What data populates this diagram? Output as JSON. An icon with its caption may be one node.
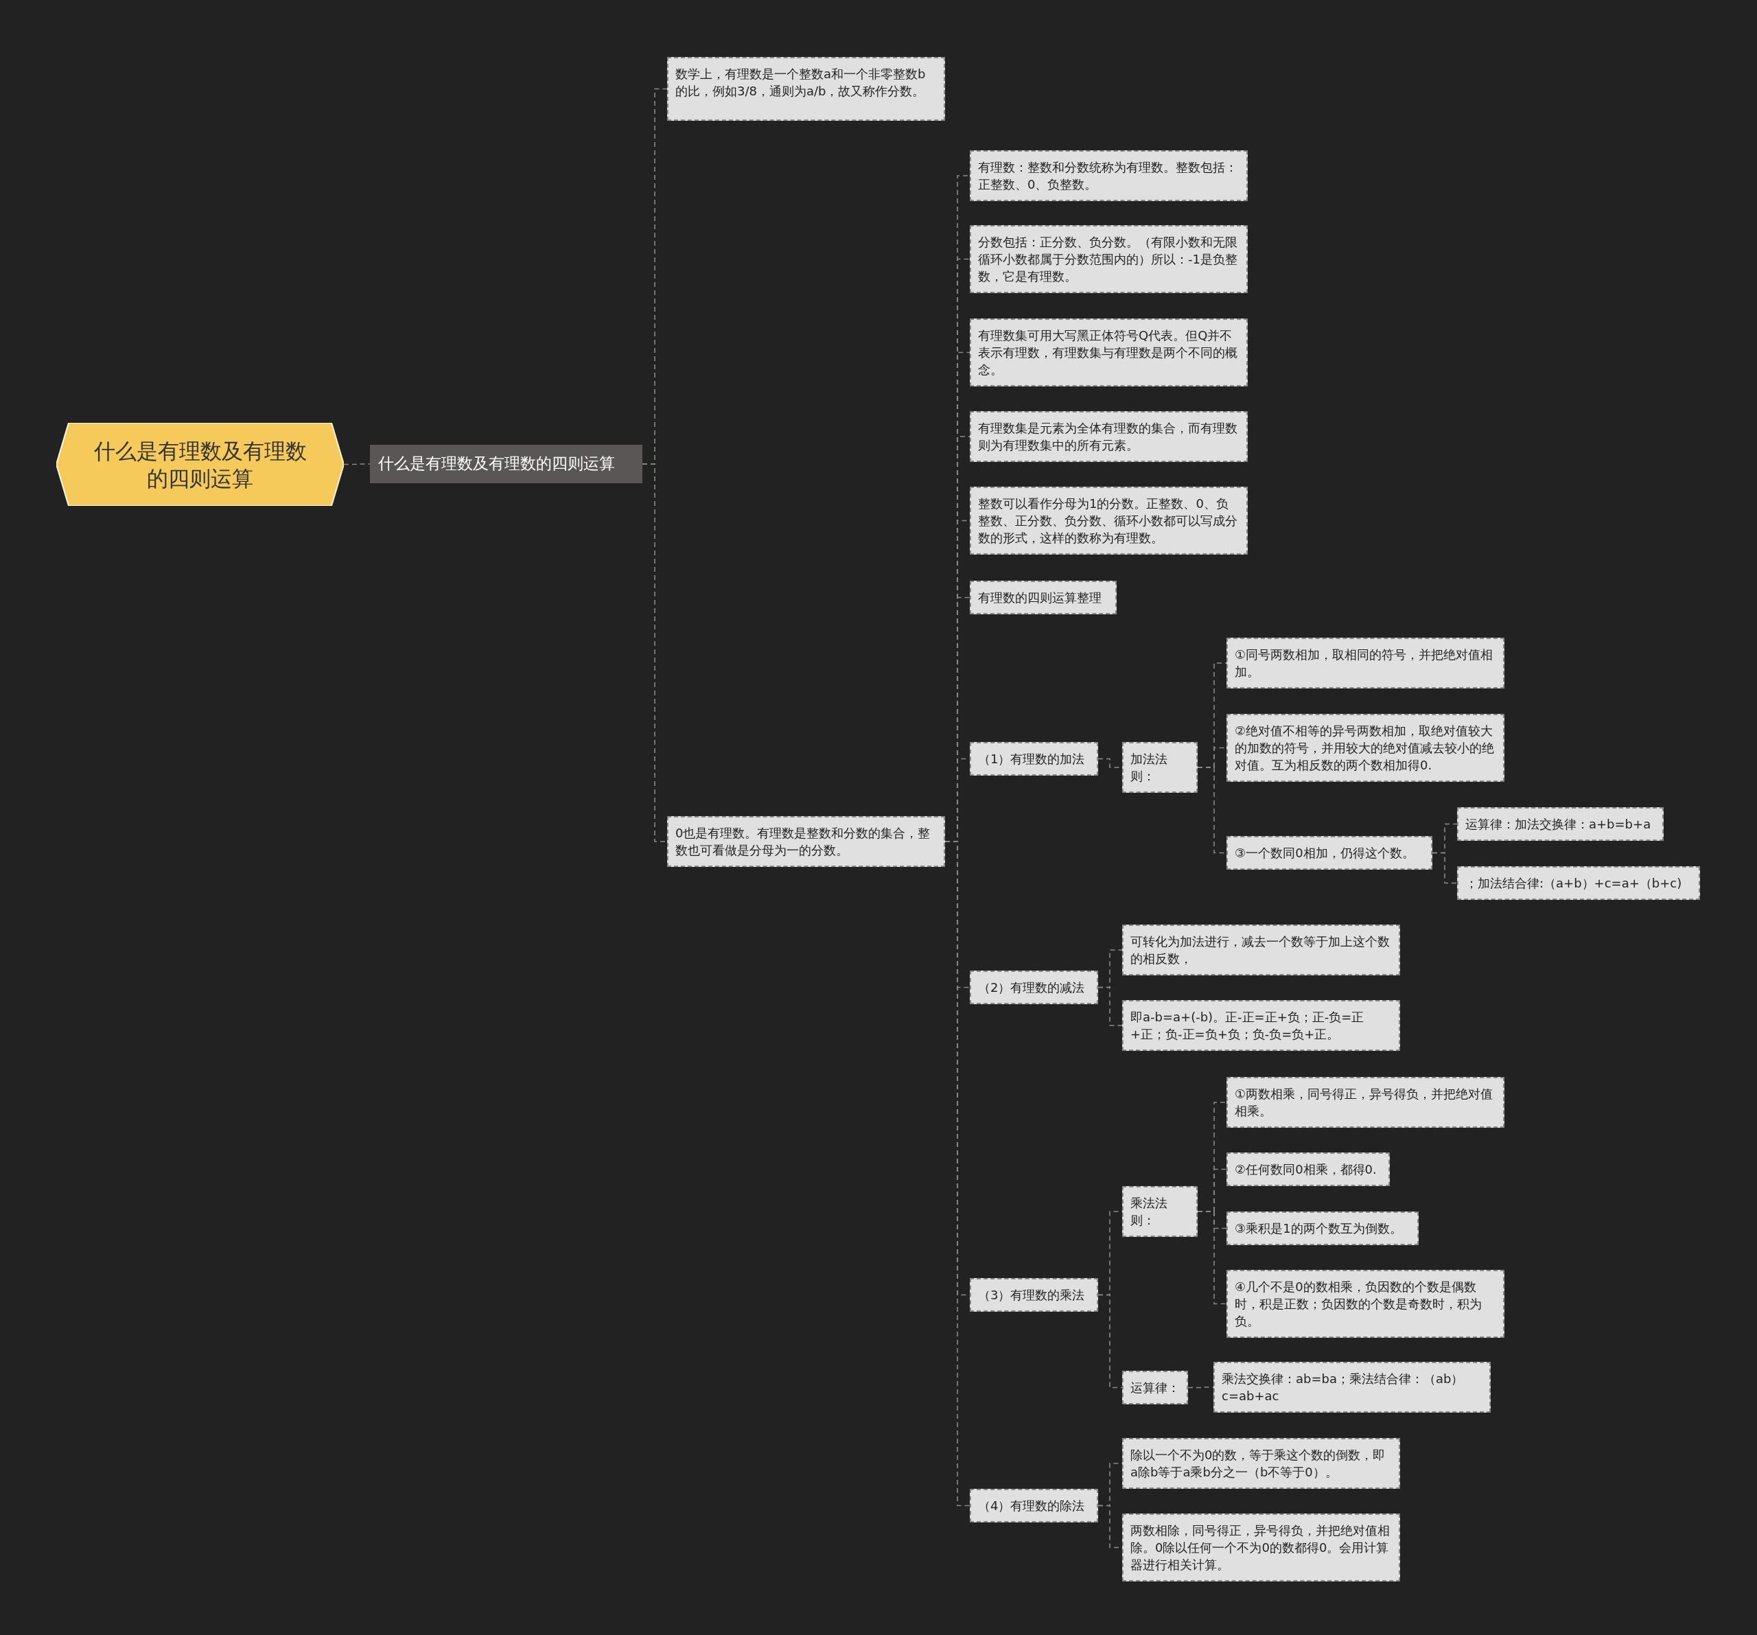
{
  "diagram": {
    "nodes": [
      {
        "text": [
          "什么是有理数及有理数的四则运算"
        ]
      },
      {
        "text": [
          "什么是有理数及有理数的四则运算"
        ]
      },
      {
        "text": [
          "数学上，有理数是一个整数a和一个非零整数b的比，例如3/8，通则为a/b，故又称作分数。"
        ]
      },
      {
        "text": [
          "0也是有理数。有理数是整数和分数的集合，整数也可看做是分母为一的分数。"
        ]
      },
      {
        "text": [
          "有理数：整数和分数统称为有理数。整数包括：正整数、0、负整数。"
        ]
      },
      {
        "text": [
          "分数包括：正分数、负分数。（有限小数和无限循环小数都属于分数范围内的）所以：-1是负整数，它是有理数。"
        ]
      },
      {
        "text": [
          "有理数集可用大写黑正体符号Q代表。但Q并不表示有理数，有理数集与有理数是两个不同的概念。"
        ]
      },
      {
        "text": [
          "有理数集是元素为全体有理数的集合，而有理数则为有理数集中的所有元素。"
        ]
      },
      {
        "text": [
          "整数可以看作分母为1的分数。正整数、0、负整数、正分数、负分数、循环小数都可以写成分数的形式，这样的数称为有理数。"
        ]
      },
      {
        "text": [
          "有理数的四则运算整理"
        ]
      },
      {
        "text": [
          "（1）有理数的加法"
        ]
      },
      {
        "text": [
          "加法法则："
        ]
      },
      {
        "text": [
          "①同号两数相加，取相同的符号，并把绝对值相加。"
        ]
      },
      {
        "text": [
          "②绝对值不相等的异号两数相加，取绝对值较大的加数的符号，并用较大的绝对值减去较小的绝对值。互为相反数的两个数相加得0."
        ]
      },
      {
        "text": [
          "③一个数同0相加，仍得这个数。"
        ]
      },
      {
        "text": [
          "运算律：加法交换律：a+b=b+a"
        ]
      },
      {
        "text": [
          "；加法结合律:（a+b）+c=a+（b+c)"
        ]
      },
      {
        "text": [
          "（2）有理数的减法"
        ]
      },
      {
        "text": [
          "可转化为加法进行，减去一个数等于加上这个数的相反数，"
        ]
      },
      {
        "text": [
          "即a-b=a+(-b)。正-正=正+负；正-负=正+正；负-正=负+负；负-负=负+正。"
        ]
      },
      {
        "text": [
          "（3）有理数的乘法"
        ]
      },
      {
        "text": [
          "乘法法则："
        ]
      },
      {
        "text": [
          "①两数相乘，同号得正，异号得负，并把绝对值相乘。"
        ]
      },
      {
        "text": [
          "②任何数同0相乘，都得0."
        ]
      },
      {
        "text": [
          "③乘积是1的两个数互为倒数。"
        ]
      },
      {
        "text": [
          "④几个不是0的数相乘，负因数的个数是偶数时，积是正数；负因数的个数是奇数时，积为负。"
        ]
      },
      {
        "text": [
          "运算律："
        ]
      },
      {
        "text": [
          "乘法交换律：ab=ba；乘法结合律：（ab）c=ab+ac"
        ]
      },
      {
        "text": [
          "（4）有理数的除法"
        ]
      },
      {
        "text": [
          "除以一个不为0的数，等于乘这个数的倒数，即a除b等于a乘b分之一（b不等于0）。"
        ]
      },
      {
        "text": [
          "两数相除，同号得正，异号得负，并把绝对值相除。0除以任何一个不为0的数都得0。会用计算器进行相关计算。"
        ]
      }
    ],
    "edges": [
      {
        "from": 0,
        "to": 1,
        "arrow": "none"
      },
      {
        "from": 1,
        "to": 2,
        "arrow": "none"
      },
      {
        "from": 1,
        "to": 3,
        "arrow": "none"
      },
      {
        "from": 3,
        "to": 4,
        "arrow": "none"
      },
      {
        "from": 3,
        "to": 5,
        "arrow": "none"
      },
      {
        "from": 3,
        "to": 6,
        "arrow": "none"
      },
      {
        "from": 3,
        "to": 7,
        "arrow": "none"
      },
      {
        "from": 3,
        "to": 8,
        "arrow": "none"
      },
      {
        "from": 3,
        "to": 9,
        "arrow": "none"
      },
      {
        "from": 3,
        "to": 10,
        "arrow": "none"
      },
      {
        "from": 10,
        "to": 11,
        "arrow": "none"
      },
      {
        "from": 11,
        "to": 12,
        "arrow": "none"
      },
      {
        "from": 11,
        "to": 13,
        "arrow": "none"
      },
      {
        "from": 11,
        "to": 14,
        "arrow": "none"
      },
      {
        "from": 14,
        "to": 15,
        "arrow": "none"
      },
      {
        "from": 14,
        "to": 16,
        "arrow": "none"
      },
      {
        "from": 3,
        "to": 17,
        "arrow": "none"
      },
      {
        "from": 17,
        "to": 18,
        "arrow": "none"
      },
      {
        "from": 17,
        "to": 19,
        "arrow": "none"
      },
      {
        "from": 3,
        "to": 20,
        "arrow": "none"
      },
      {
        "from": 20,
        "to": 21,
        "arrow": "none"
      },
      {
        "from": 21,
        "to": 22,
        "arrow": "none"
      },
      {
        "from": 21,
        "to": 23,
        "arrow": "none"
      },
      {
        "from": 21,
        "to": 24,
        "arrow": "none"
      },
      {
        "from": 21,
        "to": 25,
        "arrow": "none"
      },
      {
        "from": 20,
        "to": 26,
        "arrow": "none"
      },
      {
        "from": 26,
        "to": 27,
        "arrow": "none"
      },
      {
        "from": 3,
        "to": 28,
        "arrow": "none"
      },
      {
        "from": 28,
        "to": 29,
        "arrow": "none"
      },
      {
        "from": 28,
        "to": 30,
        "arrow": "none"
      }
    ]
  }
}
